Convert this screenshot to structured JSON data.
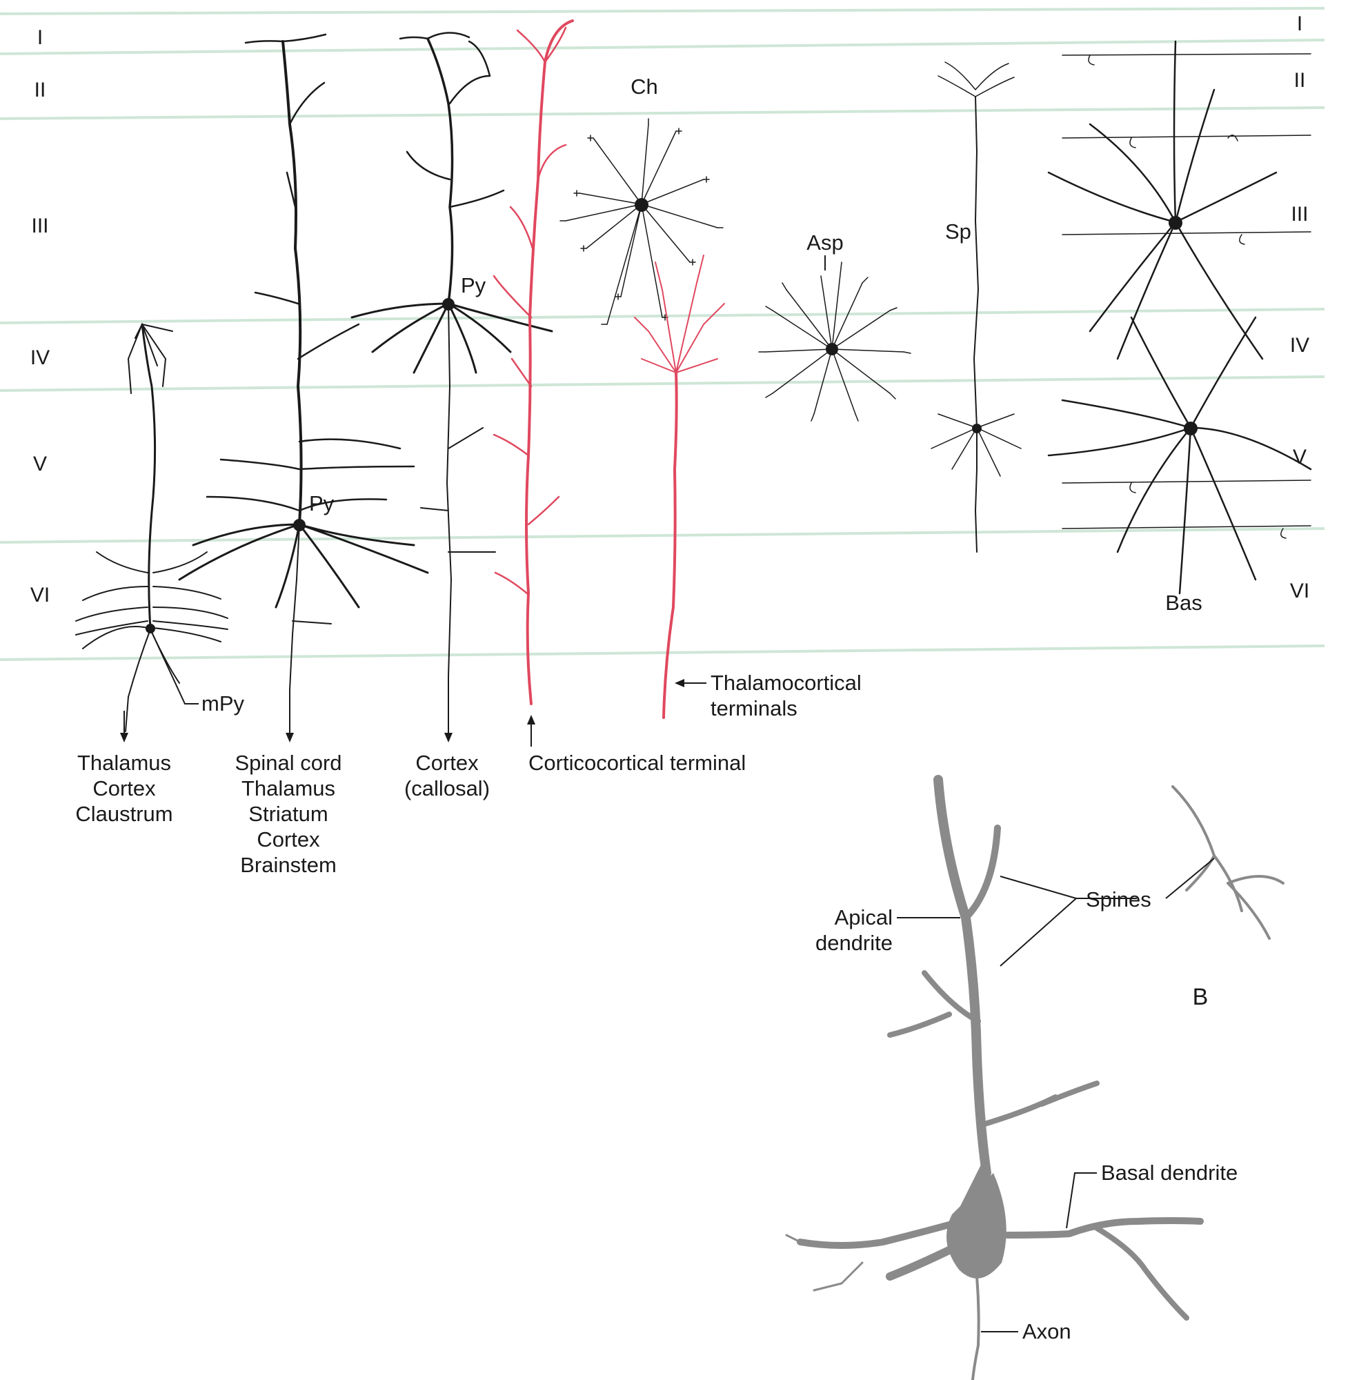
{
  "layers": {
    "left": [
      "I",
      "II",
      "III",
      "IV",
      "V",
      "VI"
    ],
    "right": [
      "I",
      "II",
      "III",
      "IV",
      "V",
      "VI"
    ]
  },
  "cells": {
    "ch": "Ch",
    "asp": "Asp",
    "sp": "Sp",
    "py_upper": "Py",
    "py_lower": "Py",
    "mpy": "mPy",
    "bas": "Bas"
  },
  "targets": {
    "mpy": [
      "Thalamus",
      "Cortex",
      "Claustrum"
    ],
    "py_lower": [
      "Spinal cord",
      "Thalamus",
      "Striatum",
      "Cortex",
      "Brainstem"
    ],
    "py_upper": [
      "Cortex",
      "(callosal)"
    ]
  },
  "terminals": {
    "corticocortical": "Corticocortical terminal",
    "thalamocortical": [
      "Thalamocortical",
      "terminals"
    ]
  },
  "panel_b": {
    "label": "B",
    "apical": [
      "Apical",
      "dendrite"
    ],
    "spines": "Spines",
    "basal": "Basal dendrite",
    "axon": "Axon"
  },
  "colors": {
    "neuron": "#1a1a1a",
    "afferent": "#e0485f",
    "detail": "#8a8a8a",
    "layer_lines": "#cfe6d7"
  }
}
